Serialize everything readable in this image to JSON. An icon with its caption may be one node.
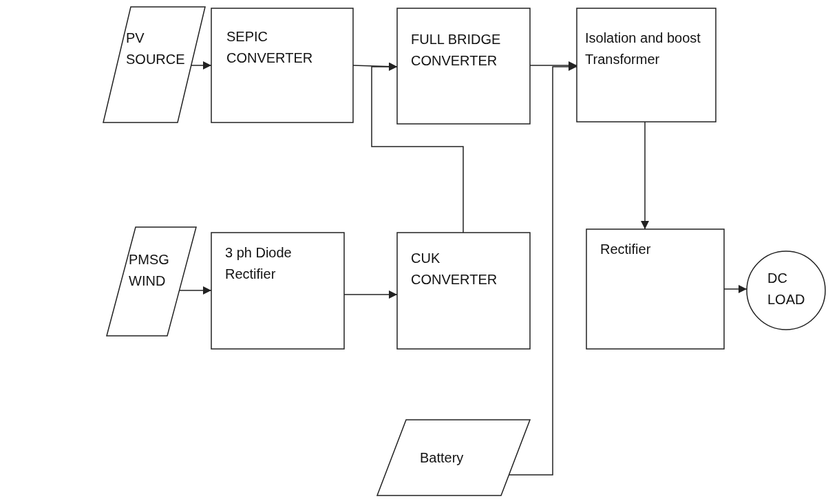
{
  "diagram": {
    "nodes": [
      {
        "text": [
          "PV SOURCE"
        ]
      },
      {
        "text": [
          "SEPIC CONVERTER"
        ]
      },
      {
        "text": [
          "FULL BRIDGE CONVERTER"
        ]
      },
      {
        "text": [
          "Isolation and boost Transformer"
        ]
      },
      {
        "text": [
          "PMSG WIND"
        ]
      },
      {
        "text": [
          "3 ph Diode Rectifier"
        ]
      },
      {
        "text": [
          "CUK CONVERTER"
        ]
      },
      {
        "text": [
          "Rectifier"
        ]
      },
      {
        "text": [
          "DC LOAD"
        ]
      },
      {
        "text": [
          "Battery"
        ]
      }
    ],
    "edges": [
      {
        "from": 0,
        "to": 1,
        "arrow": "to"
      },
      {
        "from": 1,
        "to": 2,
        "arrow": "to"
      },
      {
        "from": 6,
        "to": 2,
        "arrow": "to"
      },
      {
        "from": 2,
        "to": 3,
        "arrow": "to"
      },
      {
        "from": 9,
        "to": 3,
        "arrow": "to"
      },
      {
        "from": 3,
        "to": 7,
        "arrow": "to"
      },
      {
        "from": 4,
        "to": 5,
        "arrow": "to"
      },
      {
        "from": 5,
        "to": 6,
        "arrow": "to"
      },
      {
        "from": 7,
        "to": 8,
        "arrow": "to"
      }
    ]
  }
}
